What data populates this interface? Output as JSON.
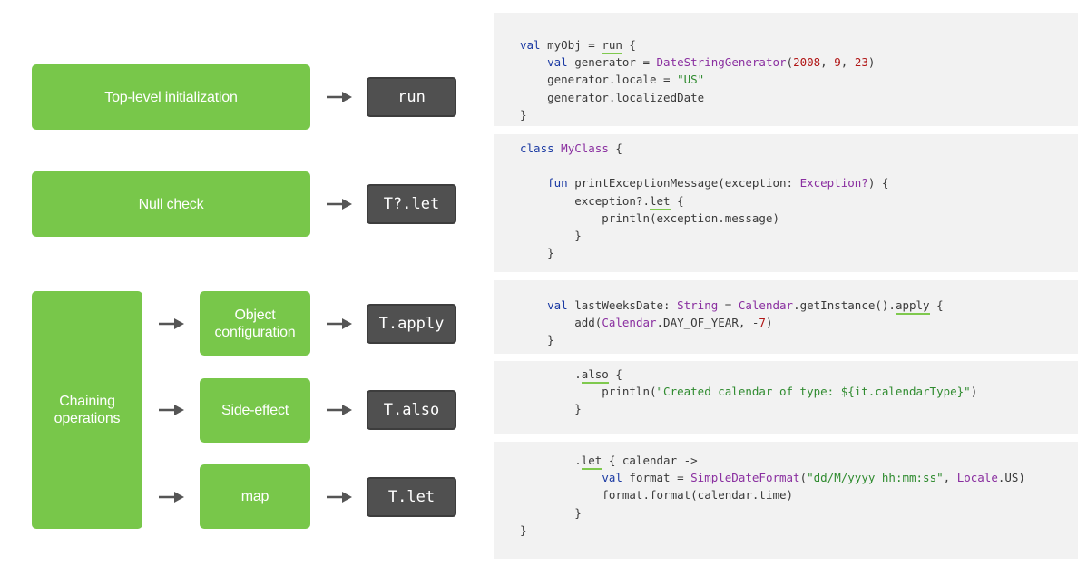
{
  "colors": {
    "green_box": "#78c74a",
    "dark_box": "#505050",
    "code_panel_bg": "#f2f2f2",
    "keyword": "#1b3aa3",
    "class_name": "#8a2fa0",
    "number": "#b01515",
    "string": "#2f8b2f",
    "highlight_underline": "#7fc94e"
  },
  "diagram": {
    "use_cases": {
      "top_level": "Top-level initialization",
      "null_check": "Null check",
      "chaining": "Chaining operations"
    },
    "sub_cases": {
      "object_config": "Object configuration",
      "side_effect": "Side-effect",
      "map": "map"
    },
    "functions": {
      "run": "run",
      "let_nullable": "T?.let",
      "apply": "T.apply",
      "also": "T.also",
      "let": "T.let"
    }
  },
  "code_panels": [
    [
      [
        [
          "kw",
          "val"
        ],
        [
          "p",
          " myObj = "
        ],
        [
          "hl",
          "run"
        ],
        [
          "p",
          " {"
        ]
      ],
      [
        [
          "p",
          "    "
        ],
        [
          "kw",
          "val"
        ],
        [
          "p",
          " generator = "
        ],
        [
          "cls",
          "DateStringGenerator"
        ],
        [
          "p",
          "("
        ],
        [
          "num",
          "2008"
        ],
        [
          "p",
          ", "
        ],
        [
          "num",
          "9"
        ],
        [
          "p",
          ", "
        ],
        [
          "num",
          "23"
        ],
        [
          "p",
          ")"
        ]
      ],
      [
        [
          "p",
          "    generator.locale = "
        ],
        [
          "str",
          "\"US\""
        ]
      ],
      [
        [
          "p",
          "    generator.localizedDate"
        ]
      ],
      [
        [
          "p",
          "}"
        ]
      ]
    ],
    [
      [
        [
          "kw",
          "class"
        ],
        [
          "p",
          " "
        ],
        [
          "cls",
          "MyClass"
        ],
        [
          "p",
          " {"
        ]
      ],
      [
        [
          "p",
          ""
        ]
      ],
      [
        [
          "p",
          "    "
        ],
        [
          "kw",
          "fun"
        ],
        [
          "p",
          " printExceptionMessage(exception: "
        ],
        [
          "cls",
          "Exception?"
        ],
        [
          "p",
          ") {"
        ]
      ],
      [
        [
          "p",
          "        exception?."
        ],
        [
          "hl",
          "let"
        ],
        [
          "p",
          " {"
        ]
      ],
      [
        [
          "p",
          "            println(exception.message)"
        ]
      ],
      [
        [
          "p",
          "        }"
        ]
      ],
      [
        [
          "p",
          "    }"
        ]
      ]
    ],
    [
      [
        [
          "p",
          "    "
        ],
        [
          "kw",
          "val"
        ],
        [
          "p",
          " lastWeeksDate: "
        ],
        [
          "cls",
          "String"
        ],
        [
          "p",
          " = "
        ],
        [
          "cls",
          "Calendar"
        ],
        [
          "p",
          ".getInstance()."
        ],
        [
          "hl",
          "apply"
        ],
        [
          "p",
          " {"
        ]
      ],
      [
        [
          "p",
          "        add("
        ],
        [
          "cls",
          "Calendar"
        ],
        [
          "p",
          ".DAY_OF_YEAR, -"
        ],
        [
          "num",
          "7"
        ],
        [
          "p",
          ")"
        ]
      ],
      [
        [
          "p",
          "    }"
        ]
      ]
    ],
    [
      [
        [
          "p",
          "        ."
        ],
        [
          "hl",
          "also"
        ],
        [
          "p",
          " {"
        ]
      ],
      [
        [
          "p",
          "            println("
        ],
        [
          "str",
          "\"Created calendar of type: ${it.calendarType}\""
        ],
        [
          "p",
          ")"
        ]
      ],
      [
        [
          "p",
          "        }"
        ]
      ]
    ],
    [
      [
        [
          "p",
          "        ."
        ],
        [
          "hl",
          "let"
        ],
        [
          "p",
          " { calendar ->"
        ]
      ],
      [
        [
          "p",
          "            "
        ],
        [
          "kw",
          "val"
        ],
        [
          "p",
          " format = "
        ],
        [
          "cls",
          "SimpleDateFormat"
        ],
        [
          "p",
          "("
        ],
        [
          "str",
          "\"dd/M/yyyy hh:mm:ss\""
        ],
        [
          "p",
          ", "
        ],
        [
          "cls",
          "Locale"
        ],
        [
          "p",
          ".US)"
        ]
      ],
      [
        [
          "p",
          "            format.format(calendar.time)"
        ]
      ],
      [
        [
          "p",
          "        }"
        ]
      ],
      [
        [
          "p",
          "}"
        ]
      ]
    ]
  ]
}
